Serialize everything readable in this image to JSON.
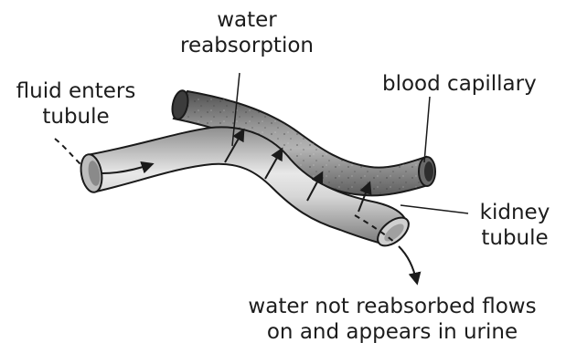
{
  "labels": {
    "water_reabsorption_line1": "water",
    "water_reabsorption_line2": "reabsorption",
    "fluid_enters_line1": "fluid enters",
    "fluid_enters_line2": "tubule",
    "blood_capillary": "blood capillary",
    "kidney_tubule_line1": "kidney",
    "kidney_tubule_line2": "tubule",
    "not_reabsorbed_line1": "water not reabsorbed flows",
    "not_reabsorbed_line2": "on and appears in urine"
  },
  "colors": {
    "capillary_dark": "#5e5e5e",
    "capillary_mid": "#8c8c8c",
    "capillary_light": "#c4c4c4",
    "tubule_dark": "#8a8a8a",
    "tubule_mid": "#c3c3c3",
    "tubule_light": "#ededed",
    "outline": "#1a1a1a"
  }
}
